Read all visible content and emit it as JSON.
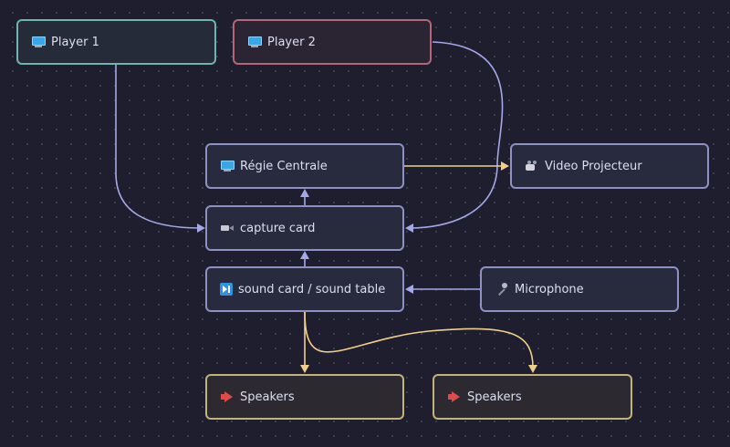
{
  "nodes": {
    "player1": {
      "label": "Player 1",
      "icon": "desktop-computer-icon"
    },
    "player2": {
      "label": "Player 2",
      "icon": "desktop-computer-icon"
    },
    "regie": {
      "label": "Régie Centrale",
      "icon": "desktop-computer-icon"
    },
    "projector": {
      "label": "Video Projecteur",
      "icon": "film-projector-icon"
    },
    "capture": {
      "label": "capture card",
      "icon": "video-camera-icon"
    },
    "soundcard": {
      "label": "sound card / sound table",
      "icon": "play-pause-icon"
    },
    "microphone": {
      "label": "Microphone",
      "icon": "microphone-icon"
    },
    "speakers_left": {
      "label": "Speakers",
      "icon": "loudspeaker-icon"
    },
    "speakers_right": {
      "label": "Speakers",
      "icon": "loudspeaker-icon"
    }
  },
  "node_colors": {
    "player1_border": "#6fb3b3",
    "player2_border": "#b3667a",
    "default_border": "#8f91c4",
    "speakers_border": "#c2b27e"
  },
  "edge_colors": {
    "video": "#a4a8e8",
    "output": "#f0cf8a"
  },
  "edges": [
    {
      "from": "player1",
      "to": "capture",
      "kind": "video"
    },
    {
      "from": "player2",
      "to": "capture",
      "kind": "video"
    },
    {
      "from": "capture",
      "to": "regie",
      "kind": "video"
    },
    {
      "from": "regie",
      "to": "projector",
      "kind": "output"
    },
    {
      "from": "soundcard",
      "to": "capture",
      "kind": "video"
    },
    {
      "from": "microphone",
      "to": "soundcard",
      "kind": "video"
    },
    {
      "from": "soundcard",
      "to": "speakers_left",
      "kind": "output"
    },
    {
      "from": "soundcard",
      "to": "speakers_right",
      "kind": "output"
    }
  ]
}
